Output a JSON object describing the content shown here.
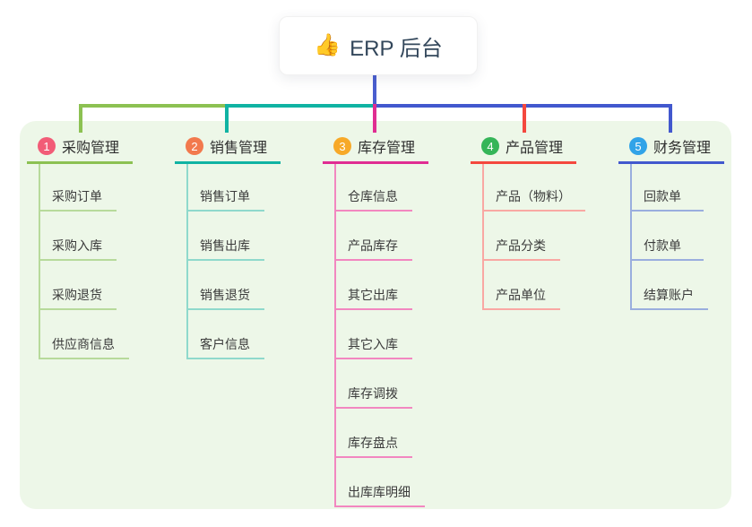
{
  "root": {
    "emoji": "👍",
    "title": "ERP 后台"
  },
  "colors": {
    "trunk": "#4a5ecf",
    "panel_bg": "#edf7e8",
    "root_text": "#33475b",
    "child_text": "#3b3b3b"
  },
  "branches": [
    {
      "badge": "1",
      "label": "采购管理",
      "badge_color": "#f25c77",
      "line_color": "#8cc152",
      "child_line_color": "#b7da9b",
      "children": [
        "采购订单",
        "采购入库",
        "采购退货",
        "供应商信息"
      ]
    },
    {
      "badge": "2",
      "label": "销售管理",
      "badge_color": "#f2794d",
      "line_color": "#10b3a3",
      "child_line_color": "#8fd9cc",
      "children": [
        "销售订单",
        "销售出库",
        "销售退货",
        "客户信息"
      ]
    },
    {
      "badge": "3",
      "label": "库存管理",
      "badge_color": "#f7a928",
      "line_color": "#e02d92",
      "child_line_color": "#f287c0",
      "children": [
        "仓库信息",
        "产品库存",
        "其它出库",
        "其它入库",
        "库存调拨",
        "库存盘点",
        "出库库明细"
      ]
    },
    {
      "badge": "4",
      "label": "产品管理",
      "badge_color": "#35b558",
      "line_color": "#f4483e",
      "child_line_color": "#f9a8a3",
      "children": [
        "产品（物料）",
        "产品分类",
        "产品单位"
      ]
    },
    {
      "badge": "5",
      "label": "财务管理",
      "badge_color": "#31a3e8",
      "line_color": "#4258ce",
      "child_line_color": "#9aaede",
      "children": [
        "回款单",
        "付款单",
        "结算账户"
      ]
    }
  ]
}
